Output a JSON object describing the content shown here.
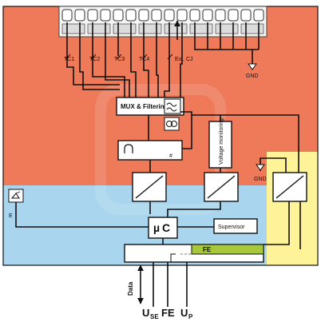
{
  "colors": {
    "top_region": "#ee7a5a",
    "left_region": "#a9d6ee",
    "right_region": "#fff39a",
    "fe_bar": "#a6c83a",
    "wire": "#111111",
    "box_fill": "#ffffff"
  },
  "channels": [
    "TC1",
    "TC2",
    "TC3",
    "TC4",
    "Ext. CJ"
  ],
  "labels": {
    "gnd_top": "GND",
    "mux": "MUX & Filtering",
    "adc_hash": "#",
    "voltage_monitoring": "Voltage monitoring",
    "gnd_right": "GND",
    "e_label": "E",
    "mu": "µ",
    "c": "C",
    "supervisor": "Supervisor",
    "fe_bar": "FE",
    "data": "Data",
    "u_se_main": "U",
    "u_se_sub": "SE",
    "fe_bottom": "FE",
    "u_p_main": "U",
    "u_p_sub": "P"
  },
  "icons": {
    "filter": "sine-filter-icon",
    "current_source": "current-source-icon",
    "adc": "adc-integrator-icon",
    "isolator": "galvanic-isolation-icon",
    "led": "status-led-icon",
    "ground": "ground-symbol-icon"
  }
}
